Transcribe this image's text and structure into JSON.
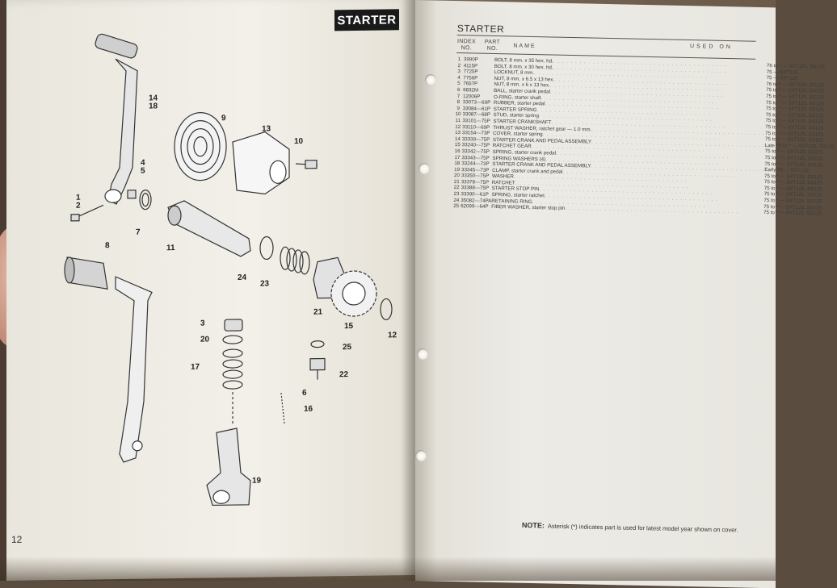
{
  "left_page": {
    "section_badge": "STARTER",
    "page_number": "12",
    "callouts": {
      "c9": "9",
      "c13": "13",
      "c10": "10",
      "c14": "14",
      "c18": "18",
      "c4": "4",
      "c5": "5",
      "c1": "1",
      "c2": "2",
      "c7": "7",
      "c11": "11",
      "c8": "8",
      "c24": "24",
      "c23": "23",
      "c21": "21",
      "c15": "15",
      "c12": "12",
      "c3": "3",
      "c20": "20",
      "c17": "17",
      "c25": "25",
      "c22": "22",
      "c6": "6",
      "c16": "16",
      "c19": "19"
    }
  },
  "right_page": {
    "section_title": "STARTER",
    "headers": {
      "index": "INDEX",
      "index2": "NO.",
      "part": "PART",
      "part2": "NO.",
      "name": "NAME",
      "used_on": "USED ON"
    },
    "rows": [
      {
        "idx": "1",
        "part": "3990P",
        "name": "BOLT, 8 mm. x 35 hex. hd.",
        "used": "76 to * — SXT125, SS125"
      },
      {
        "idx": "2",
        "part": "4115P",
        "name": "BOLT, 8 mm. x 30 hex. hd.",
        "used": "75 — SXT125"
      },
      {
        "idx": "3",
        "part": "7725P",
        "name": "LOCKNUT, 8 mm.",
        "used": "75 — SXT125"
      },
      {
        "idx": "4",
        "part": "7756P",
        "name": "NUT, 8 mm. x 6.5 x 13 hex.",
        "used": "76 to * — SXT125, SS125"
      },
      {
        "idx": "5",
        "part": "7657P",
        "name": "NUT, 8 mm. x 6 x 13 hex.",
        "used": "75 to * — SXT125, SS125"
      },
      {
        "idx": "6",
        "part": "6832M",
        "name": "BALL, starter crank pedal",
        "used": "75 to * — SXT125, SS125"
      },
      {
        "idx": "7",
        "part": "12006P",
        "name": "O-RING, starter shaft",
        "used": "75 to * — SXT125, SS125"
      },
      {
        "idx": "8",
        "part": "33073—69P",
        "name": "RUBBER, starter pedal",
        "used": "75 to * — SXT125, SS125"
      },
      {
        "idx": "9",
        "part": "33084—61P",
        "name": "STARTER SPRING",
        "used": "75 to * — SXT125, SS125"
      },
      {
        "idx": "10",
        "part": "33087—68P",
        "name": "STUD, starter spring",
        "used": "75 to * — SXT125, SS125"
      },
      {
        "idx": "11",
        "part": "33101—75P",
        "name": "STARTER CRANKSHAFT",
        "used": "75 to * — SXT125, SS125"
      },
      {
        "idx": "12",
        "part": "33110—69P",
        "name": "THRUST WASHER, ratchet gear — 1.0 mm.",
        "used": "75 to * — SXT125, SS125"
      },
      {
        "idx": "13",
        "part": "33154—73P",
        "name": "COVER, starter spring",
        "used": "75 to * — SXT125, SS125"
      },
      {
        "idx": "14",
        "part": "33339—75P",
        "name": "STARTER CRANK AND PEDAL ASSEMBLY",
        "used": "Late 75 to * — SXT125, SS125"
      },
      {
        "idx": "15",
        "part": "33240—75P",
        "name": "RATCHET GEAR",
        "used": "75 to * — SXT125, SS125"
      },
      {
        "idx": "16",
        "part": "33342—75P",
        "name": "SPRING, starter crank pedal",
        "used": "75 to * — SXT125, SS125"
      },
      {
        "idx": "17",
        "part": "33343—75P",
        "name": "SPRING WASHERS (4)",
        "used": "75 to * — SXT125, SS125"
      },
      {
        "idx": "18",
        "part": "33244—73P",
        "name": "STARTER CRANK AND PEDAL ASSEMBLY",
        "used": "Early 75 — SXT125"
      },
      {
        "idx": "19",
        "part": "33345—73P",
        "name": "CLAMP, starter crank and pedal",
        "used": "75 to * — SXT125, SS125"
      },
      {
        "idx": "20",
        "part": "33350—75P",
        "name": "WASHER",
        "used": "75 to * — SXT125, SS125"
      },
      {
        "idx": "21",
        "part": "33378—75P",
        "name": "RATCHET",
        "used": "75 to * — SXT125, SS125"
      },
      {
        "idx": "22",
        "part": "33388—75P",
        "name": "STARTER STOP PIN",
        "used": "75 to * — SXT125, SS125"
      },
      {
        "idx": "23",
        "part": "33390—61P",
        "name": "SPRING, starter ratchet",
        "used": "75 to * — SXT125, SS125"
      },
      {
        "idx": "24",
        "part": "35082—74PA",
        "name": "RETAINING RING",
        "used": "75 to * — SXT125, SS125"
      },
      {
        "idx": "25",
        "part": "62099—64P",
        "name": "FIBER WASHER, starter stop pin",
        "used": "75 to * — SXT125, SS125"
      }
    ],
    "note_label": "NOTE:",
    "note_text": "Asterisk (*) indicates part is used for latest model year shown on cover."
  }
}
